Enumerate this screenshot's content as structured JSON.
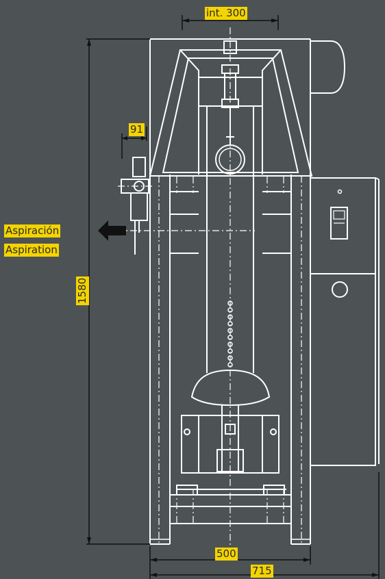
{
  "dimensions": {
    "top_width": "int. 300",
    "regulator_offset": "91",
    "height": "1580",
    "base_width": "500",
    "overall_width": "715"
  },
  "labels": {
    "aspiration_es": "Aspiración",
    "aspiration_en": "Aspiration"
  },
  "colors": {
    "background": "#4d5355",
    "line": "#ffffff",
    "dimension_line": "#111111",
    "label_fill": "#f4d400",
    "arrow": "#111111"
  }
}
